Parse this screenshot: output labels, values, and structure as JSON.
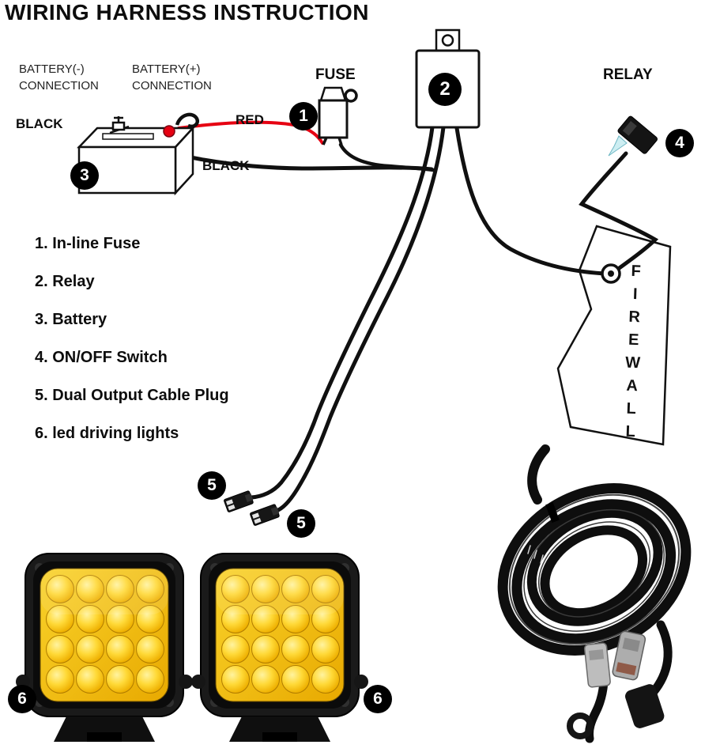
{
  "title": "WIRING HARNESS INSTRUCTION",
  "labels": {
    "battery_negative": {
      "line1": "BATTERY(-)",
      "line2": "CONNECTION"
    },
    "battery_positive": {
      "line1": "BATTERY(+)",
      "line2": "CONNECTION"
    },
    "fuse": "FUSE",
    "relay": "RELAY",
    "wire_black_terminal": "BLACK",
    "wire_red": "RED",
    "wire_black_run": "BLACK",
    "firewall": "FIREWALL"
  },
  "callouts": {
    "inline_fuse": "1",
    "relay": "2",
    "battery": "3",
    "onoff_switch": "4",
    "plug_left": "5",
    "plug_right": "5",
    "light_left": "6",
    "light_right": "6"
  },
  "legend": {
    "items": [
      "1. In-line Fuse",
      "2. Relay",
      "3. Battery",
      "4. ON/OFF Switch",
      "5. Dual Output Cable Plug",
      "6. led driving lights"
    ]
  },
  "colors": {
    "wire_black": "#101010",
    "wire_red": "#e60012",
    "lens_yellow": "#f2b300",
    "background": "#ffffff"
  }
}
